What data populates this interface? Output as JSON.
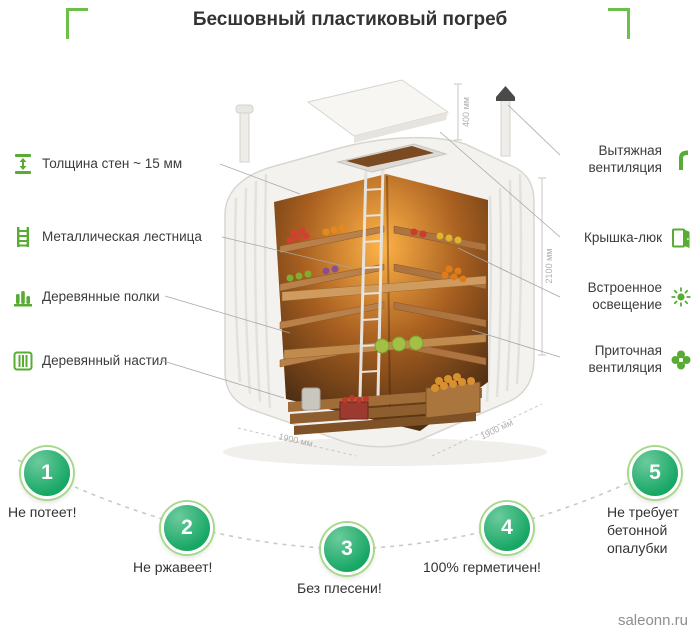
{
  "title": "Бесшовный пластиковый погреб",
  "features_left": [
    {
      "label": "Толщина стен ~ 15 мм",
      "icon": "wall-thickness-icon"
    },
    {
      "label": "Металлическая лестница",
      "icon": "ladder-icon"
    },
    {
      "label": "Деревянные полки",
      "icon": "shelves-icon"
    },
    {
      "label": "Деревянный настил",
      "icon": "decking-icon"
    }
  ],
  "features_right": [
    {
      "label": "Вытяжная вентиляция",
      "icon": "exhaust-vent-icon"
    },
    {
      "label": "Крышка-люк",
      "icon": "hatch-icon"
    },
    {
      "label": "Встроенное освещение",
      "icon": "light-icon"
    },
    {
      "label": "Приточная вентиляция",
      "icon": "supply-vent-icon"
    }
  ],
  "dimensions": {
    "lid_height": "400 мм",
    "inner_height": "2100 мм",
    "width": "1900 мм",
    "depth": "1900 мм"
  },
  "benefits": [
    {
      "number": "1",
      "label": "Не потеет!"
    },
    {
      "number": "2",
      "label": "Не ржавеет!"
    },
    {
      "number": "3",
      "label": "Без плесени!"
    },
    {
      "number": "4",
      "label": "100% герметичен!"
    },
    {
      "number": "5",
      "label": "Не требует бетонной опалубки"
    }
  ],
  "watermark": "saleonn.ru",
  "colors": {
    "accent_green": "#5cb335",
    "circle_green": "#1fae6e",
    "text": "#3a3a3a",
    "dimension_gray": "#b2b0ac"
  }
}
